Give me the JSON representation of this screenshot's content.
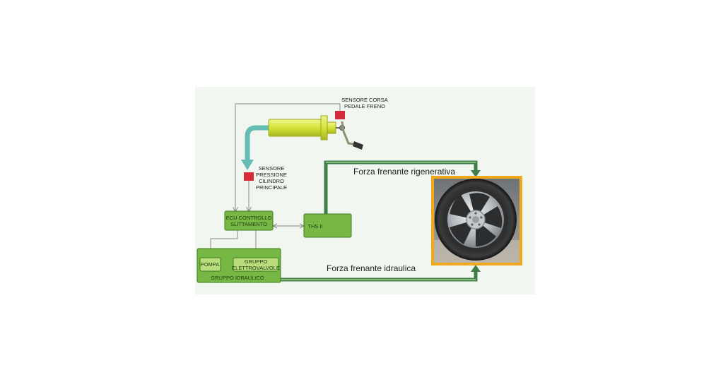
{
  "labels": {
    "sensore_corsa": [
      "SENSORE CORSA",
      "PEDALE FRENO"
    ],
    "sensore_pressione": [
      "SENSORE",
      "PRESSIONE",
      "CILINDRO",
      "PRINCIPALE"
    ],
    "ecu": [
      "ECU CONTROLLO",
      "SLITTAMENTO"
    ],
    "ths": "THS II",
    "pompa": "POMPA",
    "gruppo_elettrovalvole": [
      "GRUPPO",
      "ELETTROVALVOLE"
    ],
    "gruppo_idraulico": "GRUPPO IDRAULICO",
    "forza_rigenerativa": "Forza frenante rigenerativa",
    "forza_idraulica": "Forza frenante idraulica"
  },
  "colors": {
    "panel": "#f2f6f1",
    "box_fill": "#76b843",
    "box_stroke": "#3f7d22",
    "inner_fill": "#b9dd7c",
    "sensor": "#d62b3a",
    "cylinder": "#d6e63a",
    "teal_arrow": "#64bcb2",
    "thick_line": "#3f7f4a",
    "wheel_frame": "#f0a81c"
  },
  "icons": {
    "wheel": "wheel-photo",
    "pedal": "brake-pedal-icon"
  }
}
